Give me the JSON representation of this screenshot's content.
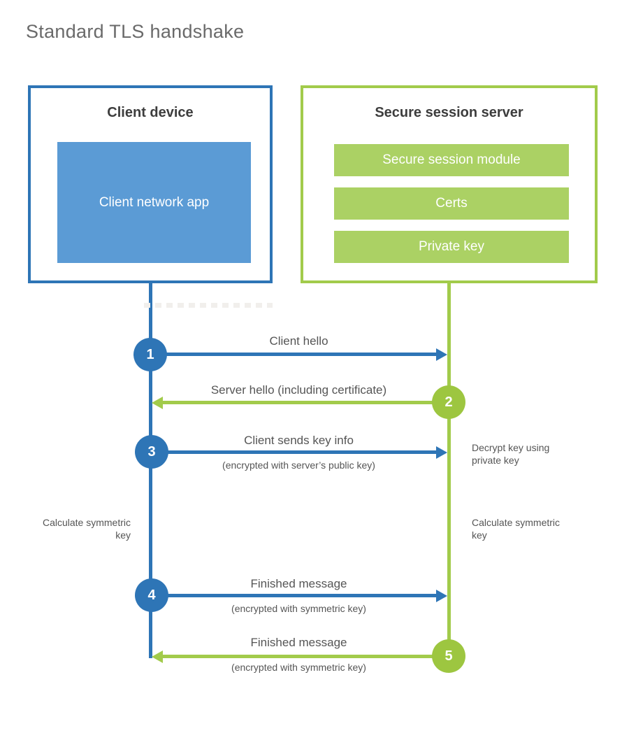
{
  "title": "Standard TLS handshake",
  "colors": {
    "blue": "#2e75b6",
    "blue_fill": "#5b9bd5",
    "green": "#a2cb4b",
    "green_fill": "#abd164",
    "heading_text": "#3d3d3d",
    "label_text": "#555555"
  },
  "client": {
    "title": "Client device",
    "app_label": "Client network app"
  },
  "server": {
    "title": "Secure session server",
    "modules": [
      "Secure session module",
      "Certs",
      "Private key"
    ]
  },
  "steps": [
    {
      "number": "1",
      "label": "Client hello",
      "direction": "right",
      "color": "blue"
    },
    {
      "number": "2",
      "label": "Server hello (including certificate)",
      "direction": "left",
      "color": "green"
    },
    {
      "number": "3",
      "label": "Client sends key info",
      "sublabel": "(encrypted with server’s public key)",
      "direction": "right",
      "color": "blue"
    },
    {
      "number": "4",
      "label": "Finished message",
      "sublabel": "(encrypted with symmetric key)",
      "direction": "right",
      "color": "blue"
    },
    {
      "number": "5",
      "label": "Finished message",
      "sublabel": "(encrypted with symmetric key)",
      "direction": "left",
      "color": "green"
    }
  ],
  "notes": {
    "decrypt": "Decrypt key using private key",
    "calculate_left": "Calculate symmetric key",
    "calculate_right": "Calculate symmetric key"
  }
}
